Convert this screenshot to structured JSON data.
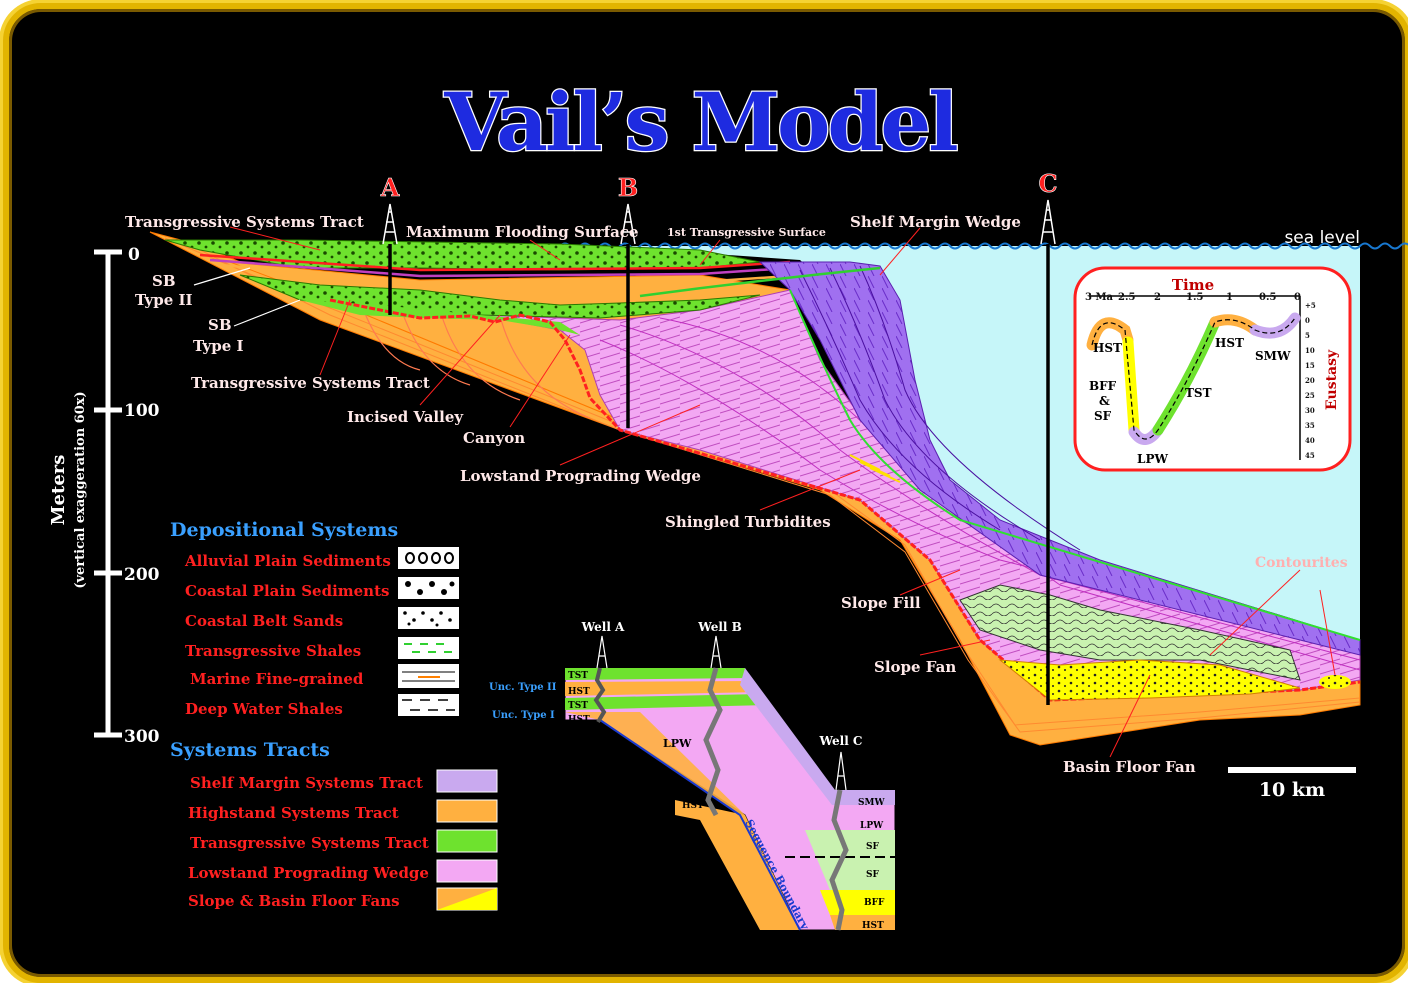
{
  "title": "Vail’s Model",
  "wells": {
    "a": "A",
    "b": "B",
    "c": "C"
  },
  "sea_level": "sea level",
  "depth_axis": {
    "label": "Meters",
    "sublabel": "(vertical exaggeration 60x)",
    "ticks": [
      "0",
      "100",
      "200",
      "300"
    ]
  },
  "labels": {
    "tst_top": "Transgressive Systems Tract",
    "mfs": "Maximum Flooding Surface",
    "first_ts": "1st Transgressive Surface",
    "smw": "Shelf Margin Wedge",
    "sb2": "SB",
    "sb2_type": "Type II",
    "sb1": "SB",
    "sb1_type": "Type I",
    "tst_low": "Transgressive Systems Tract",
    "incised": "Incised Valley",
    "canyon": "Canyon",
    "lpw": "Lowstand Prograding Wedge",
    "shingled": "Shingled Turbidites",
    "slope_fill": "Slope Fill",
    "slope_fan": "Slope Fan",
    "contourites": "Contourites",
    "bff": "Basin Floor Fan"
  },
  "scale": "10 km",
  "eustasy_inset": {
    "time_label": "Time",
    "time_ticks": [
      "3 Ma",
      "2.5",
      "2",
      "1.5",
      "1",
      "0.5",
      "0"
    ],
    "eustasy_label": "Eustasy",
    "eustasy_ticks": [
      "+5",
      "0",
      "5",
      "10",
      "15",
      "20",
      "25",
      "30",
      "35",
      "40",
      "45"
    ],
    "curve_labels": {
      "hst1": "HST",
      "bff": "BFF",
      "amp": "&",
      "sf": "SF",
      "lpw": "LPW",
      "tst": "TST",
      "hst2": "HST",
      "smw": "SMW"
    }
  },
  "depositional_systems": {
    "header": "Depositional Systems",
    "items": [
      "Alluvial Plain Sediments",
      "Coastal Plain Sediments",
      "Coastal Belt Sands",
      "Transgressive Shales",
      "Marine Fine-grained",
      "Deep Water Shales"
    ]
  },
  "systems_tracts": {
    "header": "Systems Tracts",
    "items": [
      {
        "label": "Shelf Margin Systems Tract",
        "color": "#c9a9ef"
      },
      {
        "label": "Highstand Systems Tract",
        "color": "#ffb040"
      },
      {
        "label": "Transgressive Systems Tract",
        "color": "#6ee22e"
      },
      {
        "label": "Lowstand Prograding Wedge",
        "color": "#f3a8f3"
      },
      {
        "label": "Slope & Basin Floor Fans",
        "color": "#ffff00"
      }
    ]
  },
  "well_logs": {
    "well_a": "Well A",
    "well_b": "Well B",
    "well_c": "Well C",
    "unc2": "Unc. Type II",
    "unc1": "Unc. Type I",
    "a_units": [
      "TST",
      "HST",
      "TST",
      "HST"
    ],
    "b_units": [
      "LPW",
      "HST"
    ],
    "c_units": [
      "SMW",
      "LPW",
      "SF",
      "SF",
      "BFF",
      "HST"
    ],
    "seq_boundary": "Sequence Boundary"
  },
  "colors": {
    "sea": "#c6f6f9",
    "hst": "#ffb040",
    "tst": "#6ee22e",
    "lpw": "#f3a8f3",
    "smw": "#a070f0",
    "fan": "#ffff00",
    "sb": "#ff2020"
  }
}
